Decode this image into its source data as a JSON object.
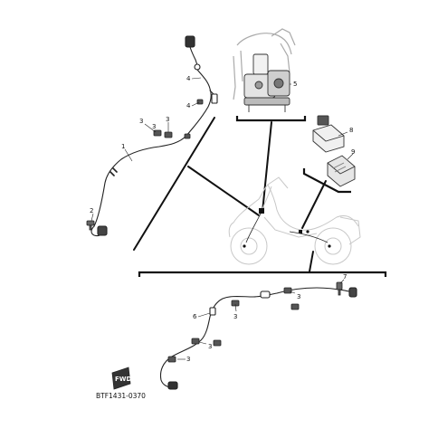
{
  "diagram": {
    "part_number": "BTF1431-0370",
    "badge_text": "FWD",
    "callouts": [
      "1",
      "2",
      "3",
      "3",
      "3",
      "4",
      "4",
      "5",
      "6",
      "3",
      "3",
      "3",
      "3",
      "7",
      "8",
      "9"
    ]
  }
}
